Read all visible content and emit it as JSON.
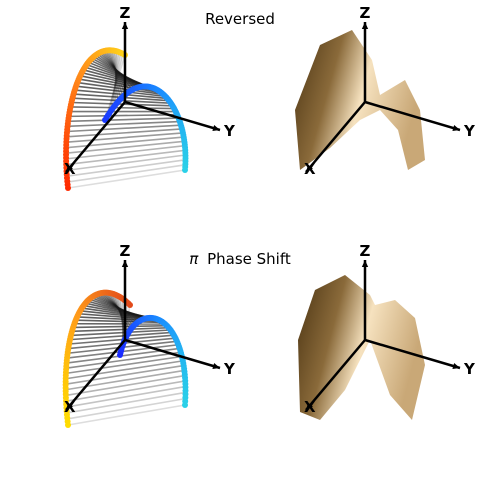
{
  "figure": {
    "rows": [
      {
        "title": "Reversed",
        "panels": [
          {
            "kind": "ribbon",
            "surface": "saddle",
            "colors": {
              "rim_a": [
                "#ff2a00",
                "#ff8a1a",
                "#ffd21a"
              ],
              "rim_b": [
                "#1a3aff",
                "#1a8aff",
                "#2ad0e8"
              ],
              "rulings": "#1a1a1a"
            }
          },
          {
            "kind": "solid",
            "surface": "saddle",
            "colors": {
              "dark": "#4a3312",
              "light": "#f6e2bf"
            }
          }
        ]
      },
      {
        "title_prefix": "π",
        "title": "Phase Shift",
        "panels": [
          {
            "kind": "ribbon",
            "surface": "shifted",
            "colors": {
              "rim_a": [
                "#ffdd00",
                "#ff9a1a",
                "#e24a1a"
              ],
              "rim_b": [
                "#1a2aff",
                "#1a8aff",
                "#2ad0e8"
              ],
              "rulings": "#1a1a1a"
            }
          },
          {
            "kind": "solid",
            "surface": "shifted",
            "colors": {
              "dark": "#4a3312",
              "light": "#f6e2bf"
            }
          }
        ]
      }
    ],
    "axes": {
      "x_label": "X",
      "y_label": "Y",
      "z_label": "Z"
    }
  }
}
